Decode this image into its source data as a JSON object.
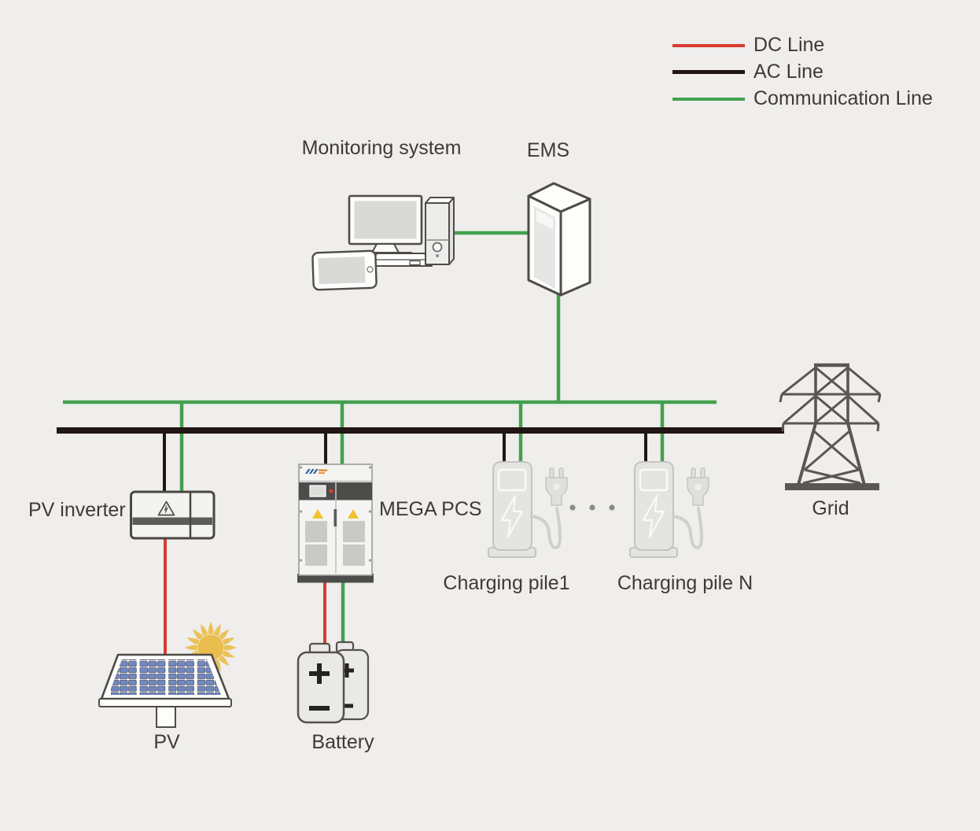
{
  "legend": {
    "items": [
      {
        "label": "DC Line"
      },
      {
        "label": "AC Line"
      },
      {
        "label": "Communication Line"
      }
    ]
  },
  "nodes": {
    "monitoring_system": {
      "label": "Monitoring system"
    },
    "ems": {
      "label": "EMS"
    },
    "pv_inverter": {
      "label": "PV inverter"
    },
    "mega_pcs": {
      "label": "MEGA PCS"
    },
    "charging_pile_1": {
      "label": "Charging pile1"
    },
    "charging_pile_n": {
      "label": "Charging pile N"
    },
    "grid": {
      "label": "Grid"
    },
    "pv": {
      "label": "PV"
    },
    "battery": {
      "label": "Battery"
    }
  },
  "colors": {
    "dc_line": "#d63c30",
    "ac_line": "#201613",
    "communication_line": "#44a04f",
    "background": "#efeeec",
    "text": "#3e3a39"
  }
}
